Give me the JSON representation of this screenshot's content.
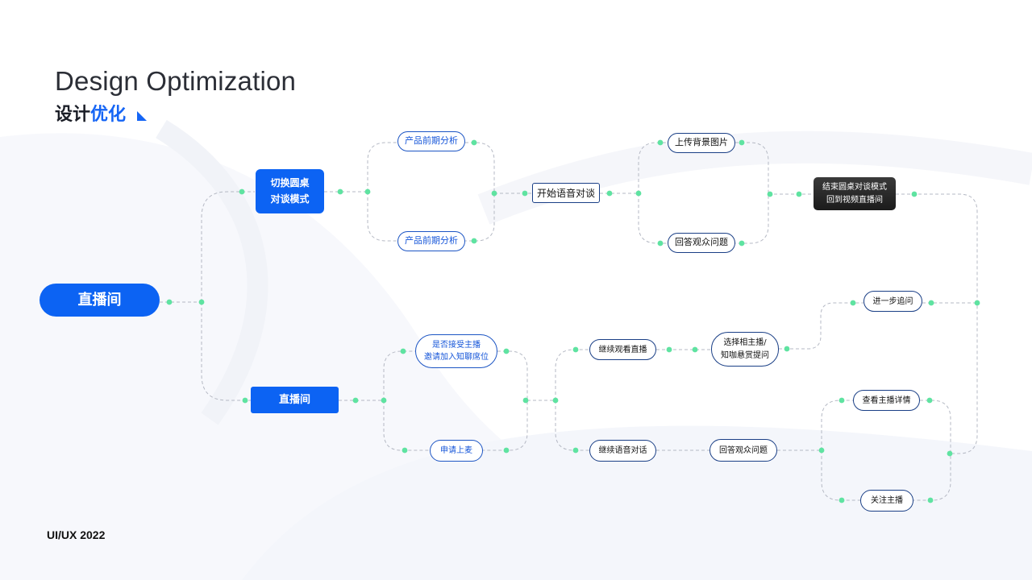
{
  "header": {
    "title_en": "Design Optimization",
    "title_cn_main": "设计",
    "title_cn_accent": "优化"
  },
  "footer": {
    "label": "UI/UX 2022"
  },
  "colors": {
    "accent": "#0c63f3",
    "connector": "#b5b9c4",
    "dot": "#5fe3a1",
    "dark_node": "#262626"
  },
  "nodes": {
    "root": "直播间",
    "switch_roundtable": "切换圆桌\n对谈模式",
    "analysis_top": "产品前期分析",
    "analysis_bottom": "产品前期分析",
    "start_voice": "开始语音对谈",
    "upload_bg": "上传背景图片",
    "answer_top": "回答观众问题",
    "end_roundtable": "结束圆桌对谈模式\n回到视频直播间",
    "live_room": "直播间",
    "accept_invite": "是否接受主播\n邀请加入知聊席位",
    "apply_mic": "申请上麦",
    "continue_watch": "继续观看直播",
    "select_host": "选择相主播/\n知咖悬赏提问",
    "further_ask": "进一步追问",
    "continue_voice": "继续语音对话",
    "answer_bottom": "回答观众问题",
    "view_host": "查看主播详情",
    "follow_host": "关注主播"
  }
}
